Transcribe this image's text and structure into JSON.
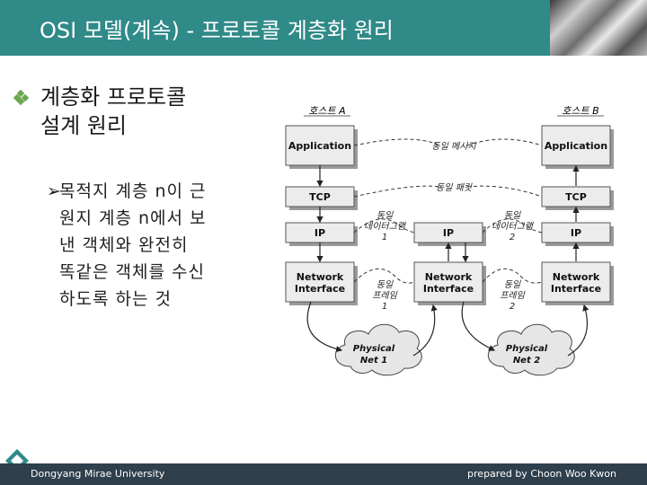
{
  "header": {
    "title": "OSI 모델(계속) - 프로토콜 계층화 원리"
  },
  "content": {
    "main_bullet_line1": "계층화 프로토콜",
    "main_bullet_line2": "설계 원리",
    "sub_bullet_lines": [
      "목적지 계층 n이 근",
      "원지 계층 n에서 보",
      "낸 객체와 완전히",
      "똑같은 객체를 수신",
      "하도록 하는 것"
    ]
  },
  "diagram": {
    "host_a": "호스트 A",
    "host_b": "호스트 B",
    "application": "Application",
    "tcp": "TCP",
    "ip": "IP",
    "network_interface_line1": "Network",
    "network_interface_line2": "Interface",
    "same_message": "동일 메시지",
    "same_packet": "동일 패킷",
    "same_datagram_1": [
      "동일",
      "데이터그램",
      "1"
    ],
    "same_datagram_2": [
      "동일",
      "데이터그램",
      "2"
    ],
    "same_frame_1": [
      "동일",
      "프레임",
      "1"
    ],
    "same_frame_2": [
      "동일",
      "프레임",
      "2"
    ],
    "physical_net_1": [
      "Physical",
      "Net 1"
    ],
    "physical_net_2": [
      "Physical",
      "Net 2"
    ]
  },
  "footer": {
    "left": "Dongyang Mirae University",
    "right": "prepared by Choon Woo Kwon"
  },
  "colors": {
    "title_bar": "#2f8a88",
    "footer_bar": "#2f3f4c",
    "bullet_diamond": "#6aa84f"
  }
}
